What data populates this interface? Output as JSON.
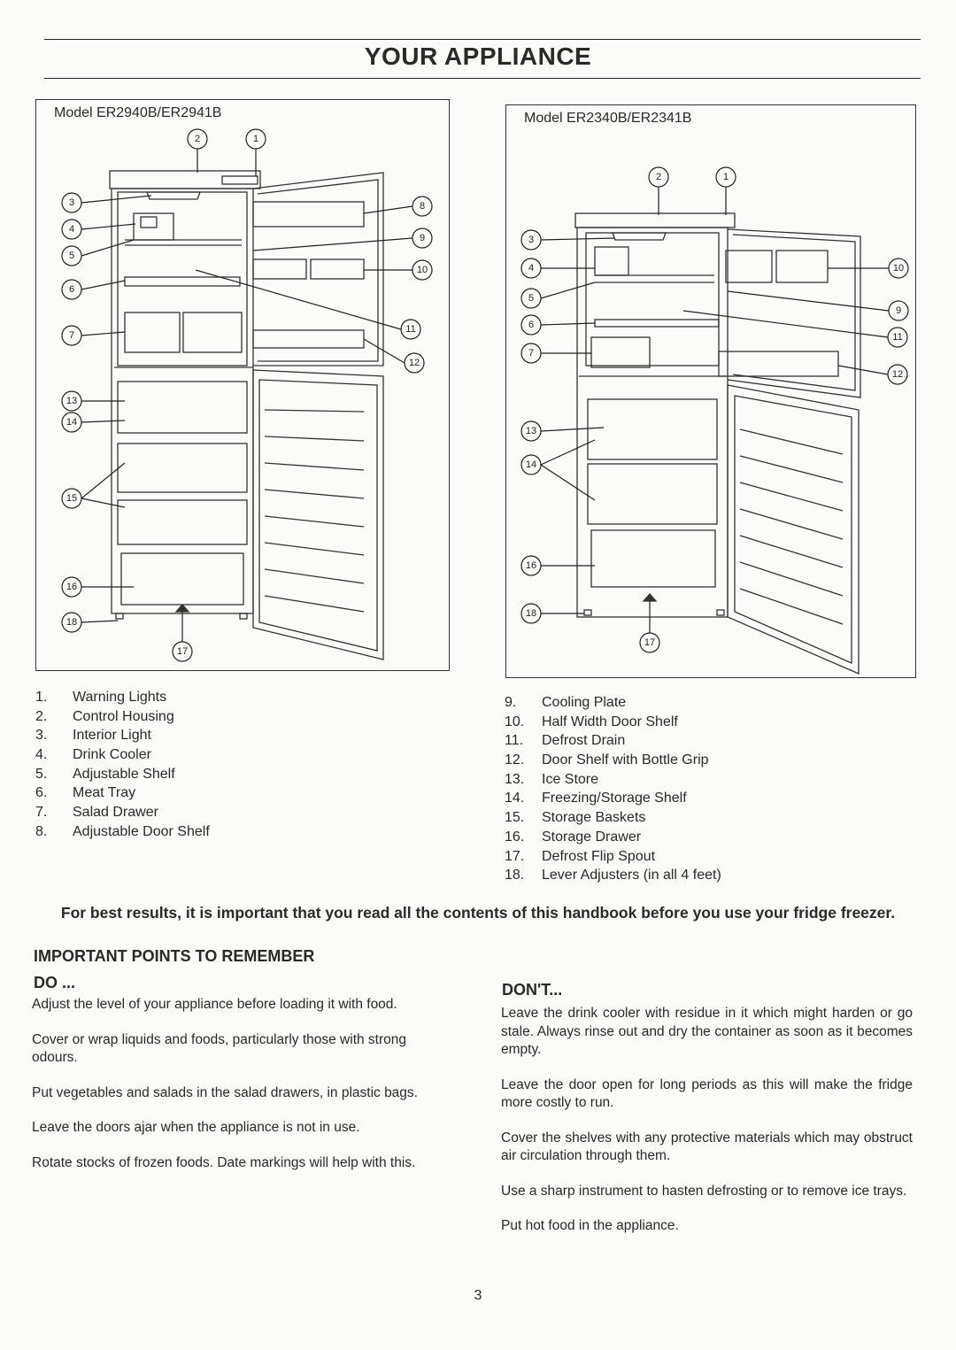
{
  "title": "YOUR APPLIANCE",
  "diagrams": [
    {
      "model": "Model ER2940B/ER2941B",
      "callouts": [
        "1",
        "2",
        "3",
        "4",
        "5",
        "6",
        "7",
        "8",
        "9",
        "10",
        "11",
        "12",
        "13",
        "14",
        "15",
        "16",
        "17",
        "18"
      ]
    },
    {
      "model": "Model ER2340B/ER2341B",
      "callouts": [
        "1",
        "2",
        "3",
        "4",
        "5",
        "6",
        "7",
        "9",
        "10",
        "11",
        "12",
        "13",
        "14",
        "16",
        "17",
        "18"
      ]
    }
  ],
  "parts_left": [
    {
      "num": "1.",
      "label": "Warning Lights"
    },
    {
      "num": "2.",
      "label": "Control Housing"
    },
    {
      "num": "3.",
      "label": "Interior Light"
    },
    {
      "num": "4.",
      "label": "Drink Cooler"
    },
    {
      "num": "5.",
      "label": "Adjustable Shelf"
    },
    {
      "num": "6.",
      "label": "Meat Tray"
    },
    {
      "num": "7.",
      "label": "Salad Drawer"
    },
    {
      "num": "8.",
      "label": "Adjustable Door Shelf"
    }
  ],
  "parts_right": [
    {
      "num": "9.",
      "label": "Cooling Plate"
    },
    {
      "num": "10.",
      "label": "Half Width Door Shelf"
    },
    {
      "num": "11.",
      "label": "Defrost Drain"
    },
    {
      "num": "12.",
      "label": "Door Shelf with Bottle Grip"
    },
    {
      "num": "13.",
      "label": "Ice Store"
    },
    {
      "num": "14.",
      "label": "Freezing/Storage Shelf"
    },
    {
      "num": "15.",
      "label": "Storage Baskets"
    },
    {
      "num": "16.",
      "label": "Storage Drawer"
    },
    {
      "num": "17.",
      "label": "Defrost Flip Spout"
    },
    {
      "num": "18.",
      "label": "Lever Adjusters (in all 4 feet)"
    }
  ],
  "intro": "For best results, it is important that you read all the contents of this handbook before you use your fridge freezer.",
  "section_title": "IMPORTANT POINTS TO REMEMBER",
  "do_heading": "DO ...",
  "do_items": [
    "Adjust the level of your appliance before loading it with food.",
    "Cover or wrap liquids and foods, particularly those with strong odours.",
    "Put vegetables and salads in the salad drawers, in plastic bags.",
    "Leave the doors ajar when the appliance is not in use.",
    "Rotate stocks of frozen foods. Date markings will help with this."
  ],
  "dont_heading": "DON'T...",
  "dont_items": [
    "Leave the drink cooler with residue in it which might harden or go stale. Always rinse out and dry the container as soon as it becomes empty.",
    "Leave the door open for long periods as this will make the fridge more costly to run.",
    "Cover the shelves with any protective materials which may obstruct air circulation through them.",
    "Use a sharp instrument to hasten defrosting or to remove ice trays.",
    "Put hot food in the appliance."
  ],
  "page_number": "3"
}
